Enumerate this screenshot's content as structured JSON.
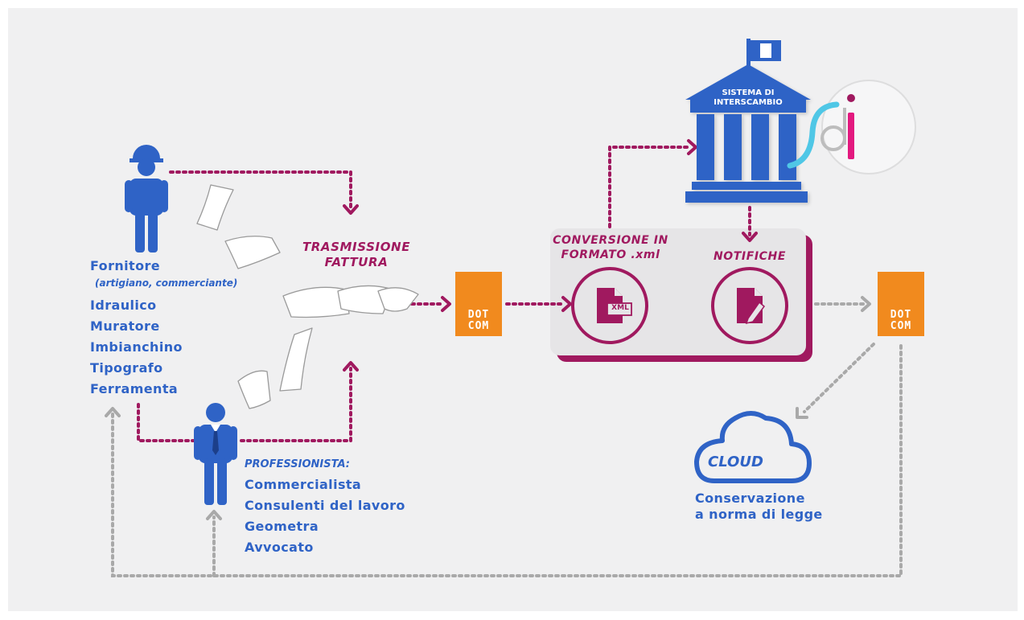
{
  "supplier": {
    "title": "Fornitore",
    "subtitle": "(artigiano, commerciante)",
    "items": [
      "Idraulico",
      "Muratore",
      "Imbianchino",
      "Tipografo",
      "Ferramenta"
    ]
  },
  "professional": {
    "title": "PROFESSIONISTA:",
    "items": [
      "Commercialista",
      "Consulenti del lavoro",
      "Geometra",
      "Avvocato"
    ]
  },
  "transmission": {
    "line1": "TRASMISSIONE",
    "line2": "FATTURA"
  },
  "dotcom": {
    "line1": "DOT",
    "line2": "COM"
  },
  "conversion": {
    "line1": "CONVERSIONE IN",
    "line2": "FORMATO .xml",
    "icon_text": "XML"
  },
  "notifications": {
    "label": "NOTIFICHE"
  },
  "sdi": {
    "line1": "SISTEMA DI",
    "line2": "INTERSCAMBIO"
  },
  "cloud": {
    "label": "CLOUD",
    "caption_line1": "Conservazione",
    "caption_line2": "a norma di legge"
  },
  "colors": {
    "blue": "#2f63c6",
    "magenta": "#a0195f",
    "orange": "#f18a1e",
    "gray": "#a7a7a7"
  }
}
